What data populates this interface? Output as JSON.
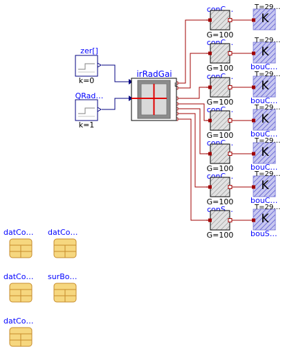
{
  "sources": [
    {
      "name": "zer[]",
      "param": "k=0"
    },
    {
      "name": "QRad…",
      "param": "k=1"
    }
  ],
  "central": {
    "name": "irRadGai"
  },
  "conductors": [
    {
      "name": "conC…",
      "param": "G=100"
    },
    {
      "name": "conC…",
      "param": "G=100"
    },
    {
      "name": "conC…",
      "param": "G=100"
    },
    {
      "name": "conC…",
      "param": "G=100"
    },
    {
      "name": "conC…",
      "param": "G=100"
    },
    {
      "name": "conC…",
      "param": "G=100"
    },
    {
      "name": "conS…",
      "param": "G=100"
    }
  ],
  "boundaries": [
    {
      "top": "T=29…",
      "name": ""
    },
    {
      "top": "T=29…",
      "name": "bouC…"
    },
    {
      "top": "T=29…",
      "name": "bouC…"
    },
    {
      "top": "T=29…",
      "name": "bouC…"
    },
    {
      "top": "T=29…",
      "name": "bouC…"
    },
    {
      "top": "T=29…",
      "name": "bouC…"
    },
    {
      "top": "T=29…",
      "name": "bouS…"
    }
  ],
  "boundary_letter": "K",
  "data_records": [
    {
      "name": "datCo…"
    },
    {
      "name": "datCo…"
    },
    {
      "name": "datCo…"
    },
    {
      "name": "surBo…"
    },
    {
      "name": "datCo…"
    }
  ],
  "colors": {
    "label_blue": "#0000ff",
    "control_line": "#000080",
    "thermal_line": "#a00000",
    "record_fill": "#f6d77f",
    "record_border": "#c68b2b",
    "hatch": "#6f6fd6"
  }
}
